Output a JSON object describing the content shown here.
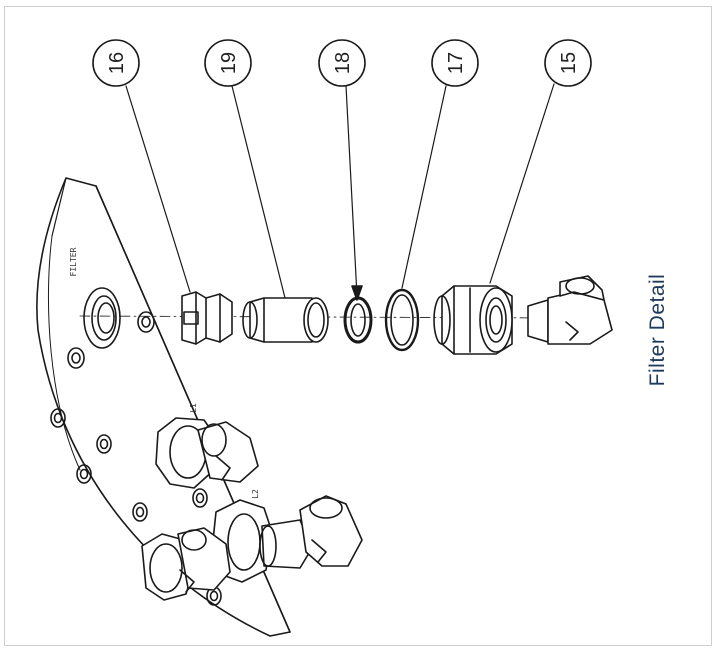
{
  "callouts": [
    {
      "number": "16",
      "part": "filter-cap"
    },
    {
      "number": "19",
      "part": "filter-element"
    },
    {
      "number": "18",
      "part": "small-o-ring"
    },
    {
      "number": "17",
      "part": "large-o-ring"
    },
    {
      "number": "15",
      "part": "hex-fitting"
    }
  ],
  "caption": "Filter Detail",
  "stamps": [
    "FILTER",
    "L1",
    "L2"
  ],
  "colors": {
    "line": "#1a1a1a",
    "caption": "#1f3a5c",
    "border": "#cfcfcf"
  }
}
